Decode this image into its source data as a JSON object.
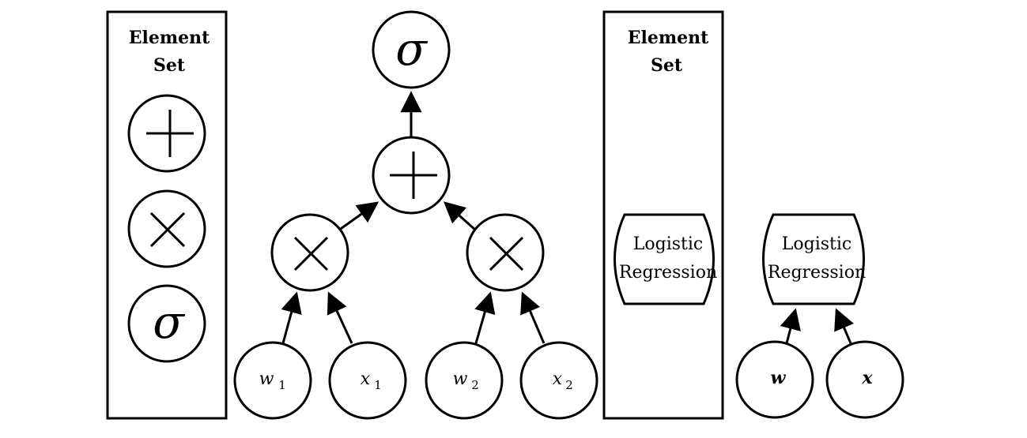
{
  "left_panel": {
    "title_line1": "Element",
    "title_line2": "Set"
  },
  "right_panel": {
    "title_line1": "Element",
    "title_line2": "Set"
  },
  "logistic_box_left": {
    "line1": "Logistic",
    "line2": "Regression"
  },
  "logistic_box_right": {
    "line1": "Logistic",
    "line2": "Regression"
  },
  "symbols": {
    "sigma": "σ",
    "plus": "+",
    "times": "×"
  },
  "inputs": {
    "w1": {
      "base": "w",
      "sub": "1"
    },
    "x1": {
      "base": "x",
      "sub": "1"
    },
    "w2": {
      "base": "w",
      "sub": "2"
    },
    "x2": {
      "base": "x",
      "sub": "2"
    },
    "w": "w",
    "x": "x"
  }
}
